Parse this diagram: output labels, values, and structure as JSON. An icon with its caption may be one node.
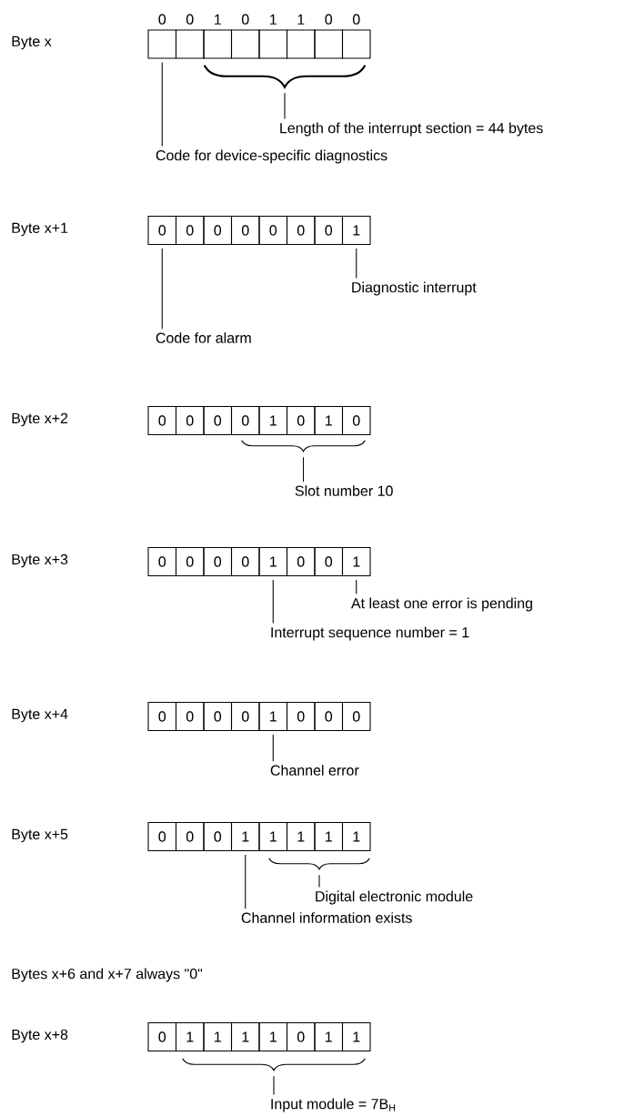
{
  "diagram": {
    "nodes": [
      {
        "text": [],
        "shape": "box",
        "beside": [
          "0"
        ]
      },
      {
        "text": [],
        "shape": "box",
        "beside": [
          "0"
        ]
      },
      {
        "text": [],
        "shape": "box",
        "beside": [
          "1"
        ]
      },
      {
        "text": [],
        "shape": "box",
        "beside": [
          "0"
        ]
      },
      {
        "text": [],
        "shape": "box",
        "beside": [
          "1"
        ]
      },
      {
        "text": [],
        "shape": "box",
        "beside": [
          "1"
        ]
      },
      {
        "text": [],
        "shape": "box",
        "beside": [
          "0"
        ]
      },
      {
        "text": [],
        "shape": "box",
        "beside": [
          "0"
        ]
      },
      {
        "text": [],
        "shape": "brace"
      },
      {
        "text": [
          "Length of the interrupt section = 44 bytes"
        ]
      },
      {
        "text": [
          "Code for device-specific diagnostics"
        ]
      },
      {
        "text": [
          "0"
        ]
      },
      {
        "text": [
          "0"
        ]
      },
      {
        "text": [
          "0"
        ]
      },
      {
        "text": [
          "0"
        ]
      },
      {
        "text": [
          "0"
        ]
      },
      {
        "text": [
          "0"
        ]
      },
      {
        "text": [
          "0"
        ]
      },
      {
        "text": [
          "1"
        ]
      },
      {
        "text": [
          "Diagnostic interrupt"
        ]
      },
      {
        "text": [
          "Code for alarm"
        ]
      },
      {
        "text": [
          "0"
        ]
      },
      {
        "text": [
          "0"
        ]
      },
      {
        "text": [
          "0"
        ]
      },
      {
        "text": [
          "0"
        ]
      },
      {
        "text": [
          "1"
        ]
      },
      {
        "text": [
          "0"
        ]
      },
      {
        "text": [
          "1"
        ]
      },
      {
        "text": [
          "0"
        ]
      },
      {
        "text": [],
        "shape": "brace"
      },
      {
        "text": [
          "Slot number 10"
        ]
      },
      {
        "text": [
          "0"
        ]
      },
      {
        "text": [
          "0"
        ]
      },
      {
        "text": [
          "0"
        ]
      },
      {
        "text": [
          "0"
        ]
      },
      {
        "text": [
          "1"
        ]
      },
      {
        "text": [
          "0"
        ]
      },
      {
        "text": [
          "0"
        ]
      },
      {
        "text": [
          "1"
        ]
      },
      {
        "text": [
          "At least one error is pending"
        ]
      },
      {
        "text": [
          "Interrupt sequence number = 1"
        ]
      },
      {
        "text": [
          "0"
        ]
      },
      {
        "text": [
          "0"
        ]
      },
      {
        "text": [
          "0"
        ]
      },
      {
        "text": [
          "0"
        ]
      },
      {
        "text": [
          "1"
        ]
      },
      {
        "text": [
          "0"
        ]
      },
      {
        "text": [
          "0"
        ]
      },
      {
        "text": [
          "0"
        ]
      },
      {
        "text": [
          "Channel error"
        ]
      },
      {
        "text": [
          "0"
        ]
      },
      {
        "text": [
          "0"
        ]
      },
      {
        "text": [
          "0"
        ]
      },
      {
        "text": [
          "1"
        ]
      },
      {
        "text": [
          "1"
        ]
      },
      {
        "text": [
          "1"
        ]
      },
      {
        "text": [
          "1"
        ]
      },
      {
        "text": [
          "1"
        ]
      },
      {
        "text": [],
        "shape": "brace"
      },
      {
        "text": [
          "Digital electronic module"
        ]
      },
      {
        "text": [
          "Channel information exists"
        ]
      },
      {
        "text": [
          "0"
        ]
      },
      {
        "text": [
          "1"
        ]
      },
      {
        "text": [
          "1"
        ]
      },
      {
        "text": [
          "1"
        ]
      },
      {
        "text": [
          "1"
        ]
      },
      {
        "text": [
          "0"
        ]
      },
      {
        "text": [
          "1"
        ]
      },
      {
        "text": [
          "1"
        ]
      },
      {
        "text": [],
        "shape": "brace"
      },
      {
        "text": [
          "Input module = 7B$_{H}$"
        ]
      }
    ],
    "edges": [
      {
        "from": 9,
        "to": 8,
        "arrow": "none"
      },
      {
        "from": 10,
        "to": 0,
        "arrow": "none"
      },
      {
        "from": 19,
        "to": 18,
        "arrow": "none"
      },
      {
        "from": 20,
        "to": 11,
        "arrow": "none"
      },
      {
        "from": 30,
        "to": 29,
        "arrow": "none"
      },
      {
        "from": 39,
        "to": 38,
        "arrow": "none"
      },
      {
        "from": 40,
        "to": 35,
        "arrow": "none"
      },
      {
        "from": 49,
        "to": 45,
        "arrow": "none"
      },
      {
        "from": 59,
        "to": 58,
        "arrow": "none"
      },
      {
        "from": 60,
        "to": 53,
        "arrow": "none"
      },
      {
        "from": 70,
        "to": 69,
        "arrow": "none"
      }
    ],
    "labels": [
      "Byte x",
      "Byte x+1",
      "Byte x+2",
      "Byte x+3",
      "Byte x+4",
      "Byte x+5",
      "Bytes x+6 and x+7 always \"0\"",
      "Byte x+8"
    ]
  }
}
